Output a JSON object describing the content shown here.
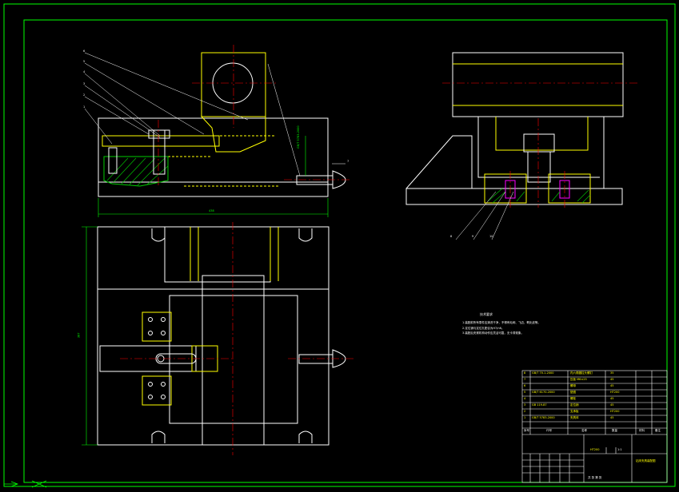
{
  "colors": {
    "background": "#000000",
    "frame": "#00ff00",
    "outline": "#ffffff",
    "detail": "#ffff00",
    "centerline": "#ff0000",
    "hatch": "#00cc00",
    "dimension": "#00ff00",
    "highlight": "#ff00ff"
  },
  "dimensions": {
    "front_width": "438",
    "plan_height": "387",
    "side_note": "GB/T 5783-2000"
  },
  "balloons": {
    "front": [
      "6",
      "5",
      "4",
      "3",
      "2",
      "1",
      "7"
    ],
    "side": [
      "8",
      "9",
      "10"
    ]
  },
  "notes": {
    "heading": "技术要求",
    "lines": [
      "1.装配前所有零件应清洗干净，不得有毛刺、飞边、氧化皮等。",
      "2.定位销与定位孔配合为H7/n6。",
      "3.装配后夹紧机构动作应灵活可靠，无卡滞现象。"
    ]
  },
  "bom": {
    "rows": [
      {
        "no": "8",
        "code": "GB/T 70.1-2000",
        "name": "内六角圆柱头螺钉",
        "material": "35",
        "remark": ""
      },
      {
        "no": "7",
        "code": "",
        "name": "压板 M6×25",
        "material": "45",
        "remark": ""
      },
      {
        "no": "6",
        "code": "",
        "name": "螺母",
        "material": "45",
        "remark": ""
      },
      {
        "no": "5",
        "code": "GB/T 6170-2000",
        "name": "垫圈",
        "material": "HT200",
        "remark": ""
      },
      {
        "no": "4",
        "code": "",
        "name": "螺栓",
        "material": "45",
        "remark": ""
      },
      {
        "no": "3",
        "code": "GB 119-87",
        "name": "定位销",
        "material": "45",
        "remark": ""
      },
      {
        "no": "2",
        "code": "",
        "name": "支承板",
        "material": "HT200",
        "remark": ""
      },
      {
        "no": "1",
        "code": "GB/T 5783-2000",
        "name": "夹具体",
        "material": "45",
        "remark": ""
      }
    ],
    "header": {
      "no": "序号",
      "code": "代号",
      "name": "名称",
      "qty": "数量",
      "material": "材料",
      "remark": "备注"
    },
    "material_cell": "HT200",
    "title": "钻床夹具装配图",
    "scale": "1:1",
    "sheet": "共 张 第 张"
  }
}
